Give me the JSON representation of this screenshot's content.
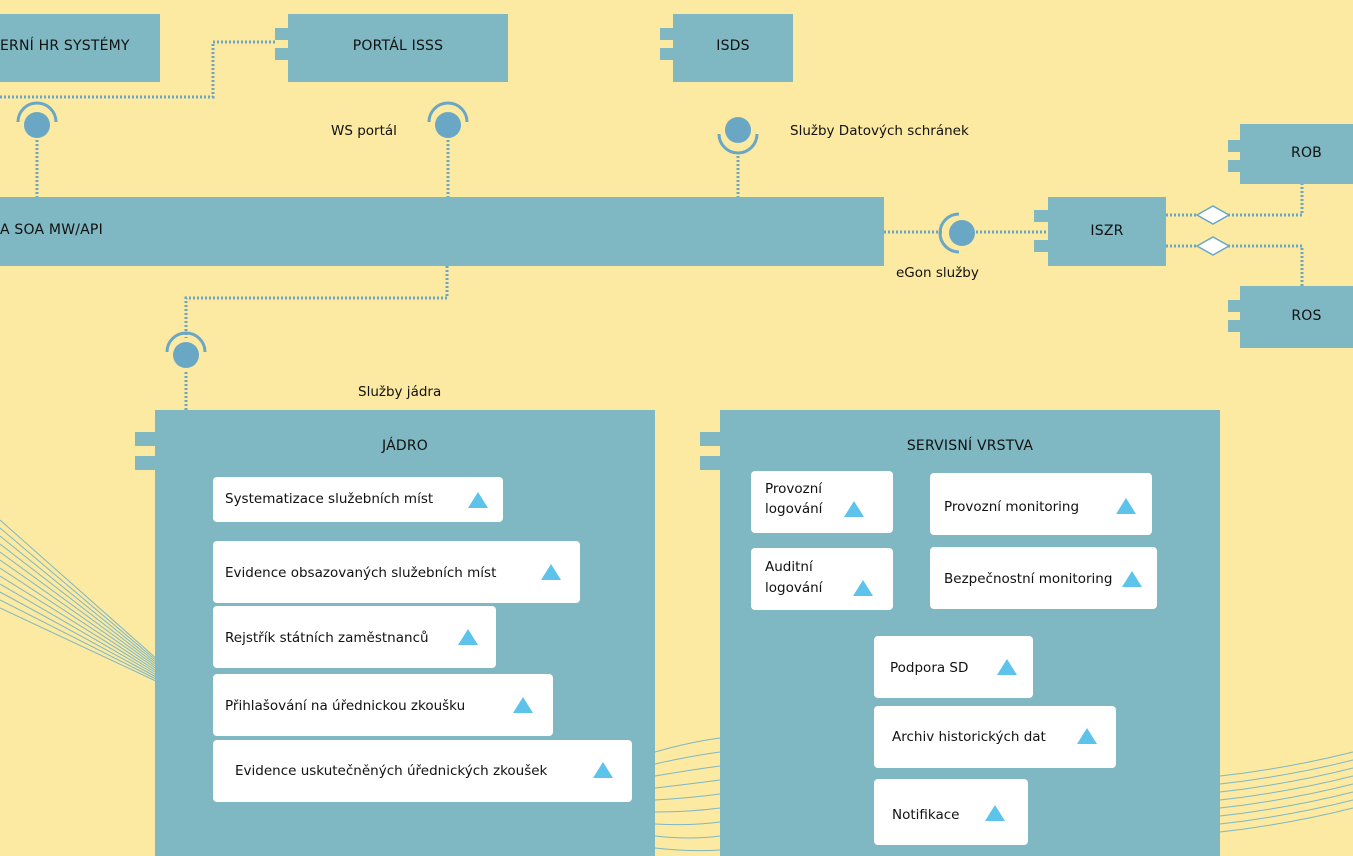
{
  "systems": {
    "hr": "ERNÍ HR SYSTÉMY",
    "portal": "PORTÁL ISSS",
    "isds": "ISDS",
    "soa": "A SOA MW/API",
    "iszr": "ISZR",
    "rob": "ROB",
    "ros": "ROS"
  },
  "interfaces": {
    "ws_portal": "WS portál",
    "datove_schranky": "Služby Datových schránek",
    "egon": "eGon služby",
    "jadro": "Služby jádra"
  },
  "jadro": {
    "title": "JÁDRO",
    "items": [
      "Systematizace služebních míst",
      "Evidence obsazovaných služebních míst",
      "Rejstřík státních zaměstnanců",
      "Přihlašování  na úřednickou zkoušku",
      "Evidence uskutečněných úřednických zkoušek"
    ]
  },
  "servis": {
    "title": "SERVISNÍ VRSTVA",
    "provozni_log": [
      "Provozní",
      "logování"
    ],
    "auditni_log": [
      "Auditní",
      "logování"
    ],
    "provozni_mon": "Provozní  monitoring",
    "bezp_mon": "Bezpečnostní monitoring",
    "podpora": "Podpora SD",
    "archiv": "Archiv historických dat",
    "notifikace": "Notifikace"
  },
  "colors": {
    "background": "#fce9a2",
    "component": "#7fb7c3",
    "connector": "#6aa7c4",
    "interface": "#6aa7c4",
    "marker": "#5dc3ea"
  }
}
